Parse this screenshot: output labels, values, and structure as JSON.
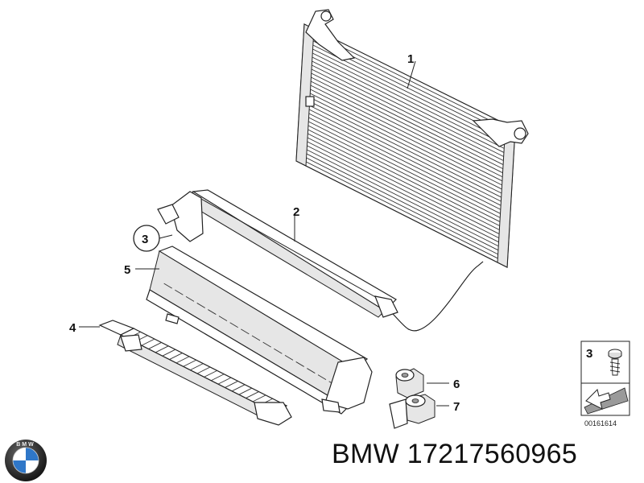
{
  "callouts": {
    "c1": "1",
    "c2": "2",
    "c3": "3",
    "c4": "4",
    "c5": "5",
    "c6": "6",
    "c7": "7"
  },
  "legend": {
    "item_number": "3",
    "ref_code": "00161614"
  },
  "brand": {
    "logo_name": "bmw-roundel-logo",
    "logo_letters": "BMW",
    "caption": "BMW 17217560965"
  }
}
